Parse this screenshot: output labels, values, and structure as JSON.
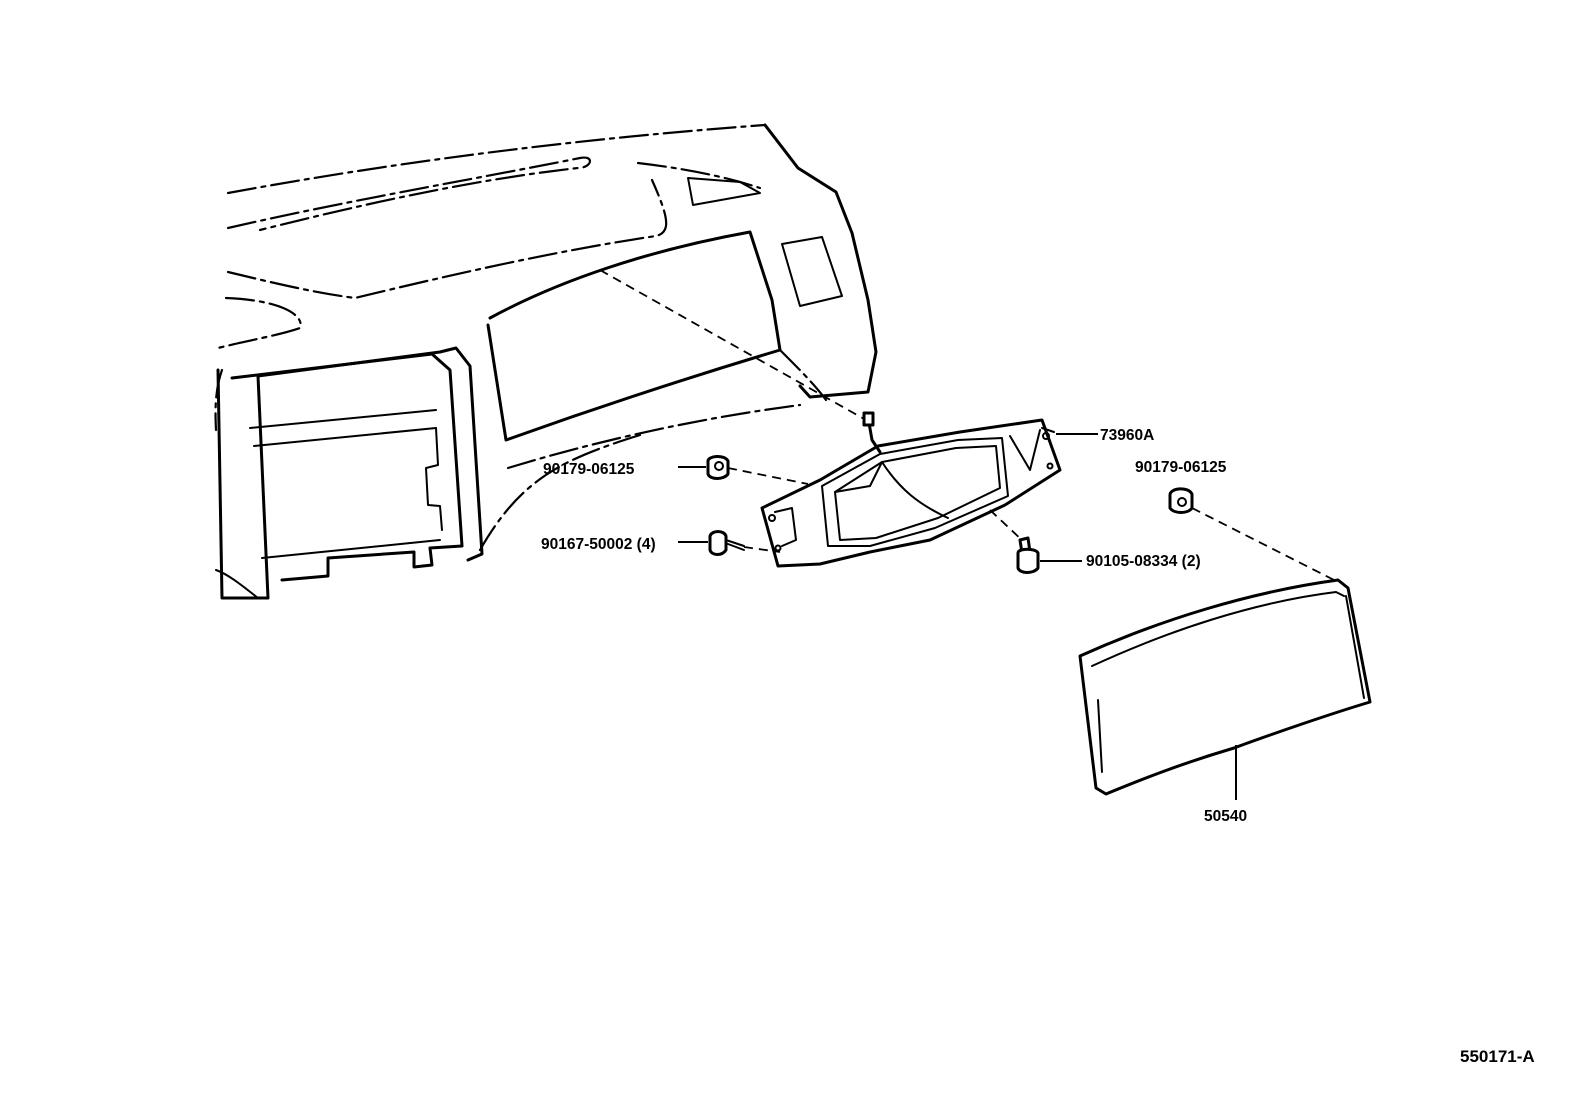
{
  "callouts": {
    "bracket": "73960A",
    "clip_left": "90179-06125",
    "clip_right": "90179-06125",
    "screw_left": "90167-50002 (4)",
    "screw_right": "90105-08334 (2)",
    "pad": "50540"
  },
  "diagram_code": "550171-A"
}
